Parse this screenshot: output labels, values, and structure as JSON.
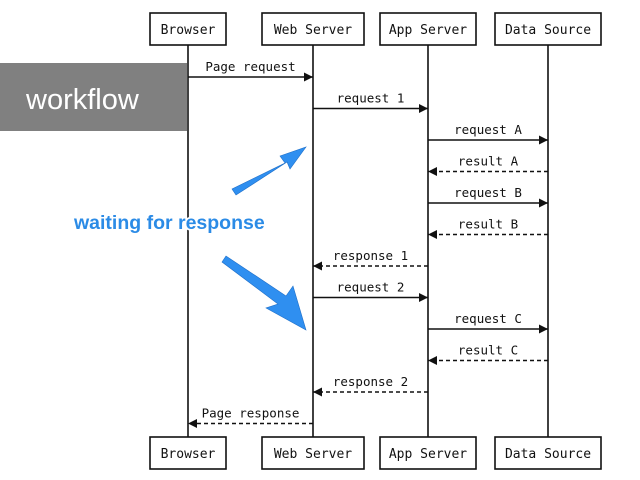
{
  "participants": [
    {
      "id": "browser",
      "label": "Browser"
    },
    {
      "id": "web",
      "label": "Web Server"
    },
    {
      "id": "app",
      "label": "App Server"
    },
    {
      "id": "data",
      "label": "Data Source"
    }
  ],
  "messages": [
    {
      "from": "browser",
      "to": "web",
      "label": "Page request",
      "style": "solid"
    },
    {
      "from": "web",
      "to": "app",
      "label": "request 1",
      "style": "solid"
    },
    {
      "from": "app",
      "to": "data",
      "label": "request A",
      "style": "solid"
    },
    {
      "from": "data",
      "to": "app",
      "label": "result A",
      "style": "dashed"
    },
    {
      "from": "app",
      "to": "data",
      "label": "request B",
      "style": "solid"
    },
    {
      "from": "data",
      "to": "app",
      "label": "result B",
      "style": "dashed"
    },
    {
      "from": "app",
      "to": "web",
      "label": "response 1",
      "style": "dashed"
    },
    {
      "from": "web",
      "to": "app",
      "label": "request 2",
      "style": "solid"
    },
    {
      "from": "app",
      "to": "data",
      "label": "request C",
      "style": "solid"
    },
    {
      "from": "data",
      "to": "app",
      "label": "result C",
      "style": "dashed"
    },
    {
      "from": "app",
      "to": "web",
      "label": "response 2",
      "style": "dashed"
    },
    {
      "from": "web",
      "to": "browser",
      "label": "Page response",
      "style": "dashed"
    }
  ],
  "tag": {
    "label": "workflow"
  },
  "callout": {
    "label": "waiting for response"
  },
  "colors": {
    "tag_bg": "#808080",
    "callout": "#2b8be6",
    "line": "#111111"
  }
}
